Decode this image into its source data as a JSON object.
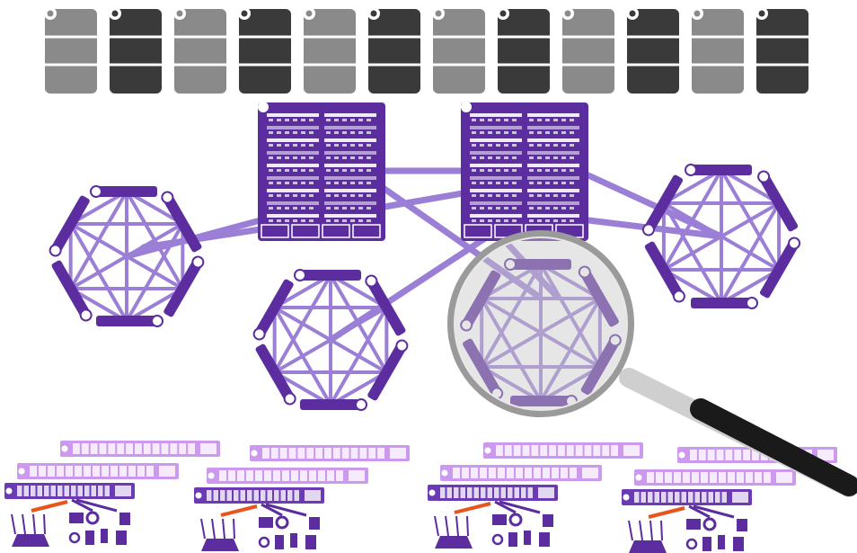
{
  "colors": {
    "purple_dark": "#5b2d9e",
    "purple_mid": "#6a3bb5",
    "purple_light": "#9b7fd6",
    "purple_pale": "#cc99ee",
    "gray_light": "#8a8a8a",
    "gray_dark": "#3a3a3a",
    "accent_orange": "#e8541c",
    "magnifier_handle": "#1a1a1a",
    "magnifier_lens": "#c8c8c8"
  },
  "servers": [
    "light",
    "dark",
    "light",
    "dark",
    "light",
    "dark",
    "light",
    "dark",
    "light",
    "dark",
    "light",
    "dark"
  ],
  "core_switches": [
    "core-switch-left",
    "core-switch-right"
  ],
  "rings": [
    "ring-left",
    "ring-center",
    "ring-magnified",
    "ring-right"
  ],
  "edge_clusters": [
    "edge-cluster-1",
    "edge-cluster-2",
    "edge-cluster-3",
    "edge-cluster-4"
  ],
  "icons": {
    "server": "server-icon",
    "chassis": "chassis-switch-icon",
    "ring_node": "ring-switch-icon",
    "access_switch": "access-switch-icon",
    "access_point": "wireless-access-point-icon",
    "magnifier": "magnifying-glass-icon"
  }
}
